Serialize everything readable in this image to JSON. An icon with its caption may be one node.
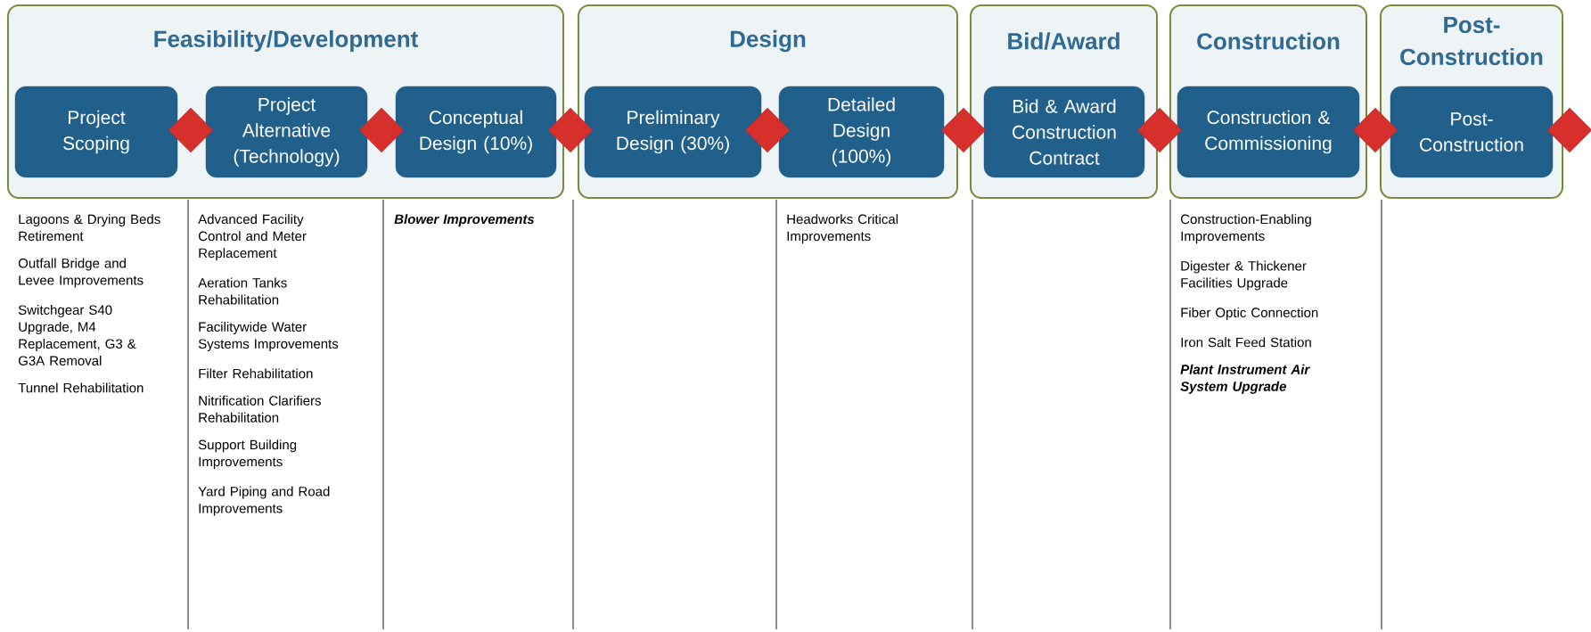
{
  "diagram": {
    "nodes": [
      {
        "text": [
          "Feasibility/Development"
        ]
      },
      {
        "text": [
          "Project Scoping"
        ],
        "in": 0,
        "beside": [
          "Lagoons & Drying Beds Retirement",
          "Outfall Bridge and Levee Improvements",
          "Switchgear S40 Upgrade, M4 Replacement, G3 & G3A Removal",
          "Tunnel Rehabilitation"
        ]
      },
      {
        "text": [],
        "shape": "diamond",
        "in": 0
      },
      {
        "text": [
          "Project Alternative (Technology)"
        ],
        "in": 0,
        "beside": [
          "Advanced Facility Control and Meter Replacement",
          "Aeration Tanks Rehabilitation",
          "Facilitywide Water Systems Improvements",
          "Filter Rehabilitation",
          "Nitrification Clarifiers Rehabilitation",
          "Support Building Improvements",
          "Yard Piping and Road Improvements"
        ]
      },
      {
        "text": [],
        "shape": "diamond",
        "in": 0
      },
      {
        "text": [
          "Conceptual Design (10%)"
        ],
        "in": 0,
        "beside": [
          "Blower Improvements"
        ]
      },
      {
        "text": [],
        "shape": "diamond"
      },
      {
        "text": [
          "Design"
        ]
      },
      {
        "text": [
          "Preliminary Design (30%)"
        ],
        "in": 7
      },
      {
        "text": [],
        "shape": "diamond",
        "in": 7
      },
      {
        "text": [
          "Detailed Design (100%)"
        ],
        "in": 7,
        "beside": [
          "Headworks Critical Improvements"
        ]
      },
      {
        "text": [],
        "shape": "diamond"
      },
      {
        "text": [
          "Bid/Award"
        ]
      },
      {
        "text": [
          "Bid & Award Construction Contract"
        ],
        "in": 12
      },
      {
        "text": [],
        "shape": "diamond"
      },
      {
        "text": [
          "Construction"
        ]
      },
      {
        "text": [
          "Construction & Commissioning"
        ],
        "in": 15,
        "beside": [
          "Construction-Enabling Improvements",
          "Digester & Thickener Facilities Upgrade",
          "Fiber Optic Connection",
          "Iron Salt Feed Station",
          "Plant Instrument Air System Upgrade"
        ]
      },
      {
        "text": [],
        "shape": "diamond"
      },
      {
        "text": [
          "Post- Construction"
        ]
      },
      {
        "text": [
          "Post- Construction"
        ],
        "in": 18
      },
      {
        "text": [],
        "shape": "diamond"
      }
    ]
  }
}
